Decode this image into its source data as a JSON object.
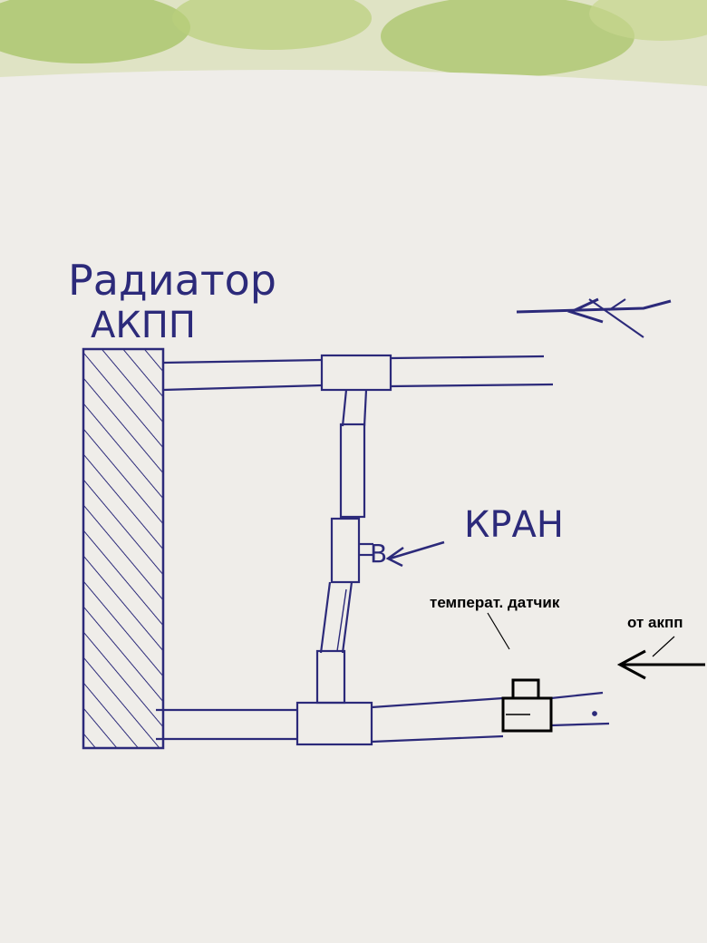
{
  "colors": {
    "paper": "#efede9",
    "ink": "#2c2a7a",
    "typed_ink": "#000000",
    "cloth_green": "#a9c46a",
    "cloth_light": "#dfe3c4"
  },
  "labels": {
    "radiator_line1": "Радиатор",
    "radiator_line2": "АКПП",
    "valve": "КРАН",
    "valve_mark": "В",
    "temp_sensor": "температ. датчик",
    "from_transmission": "от акпп"
  }
}
